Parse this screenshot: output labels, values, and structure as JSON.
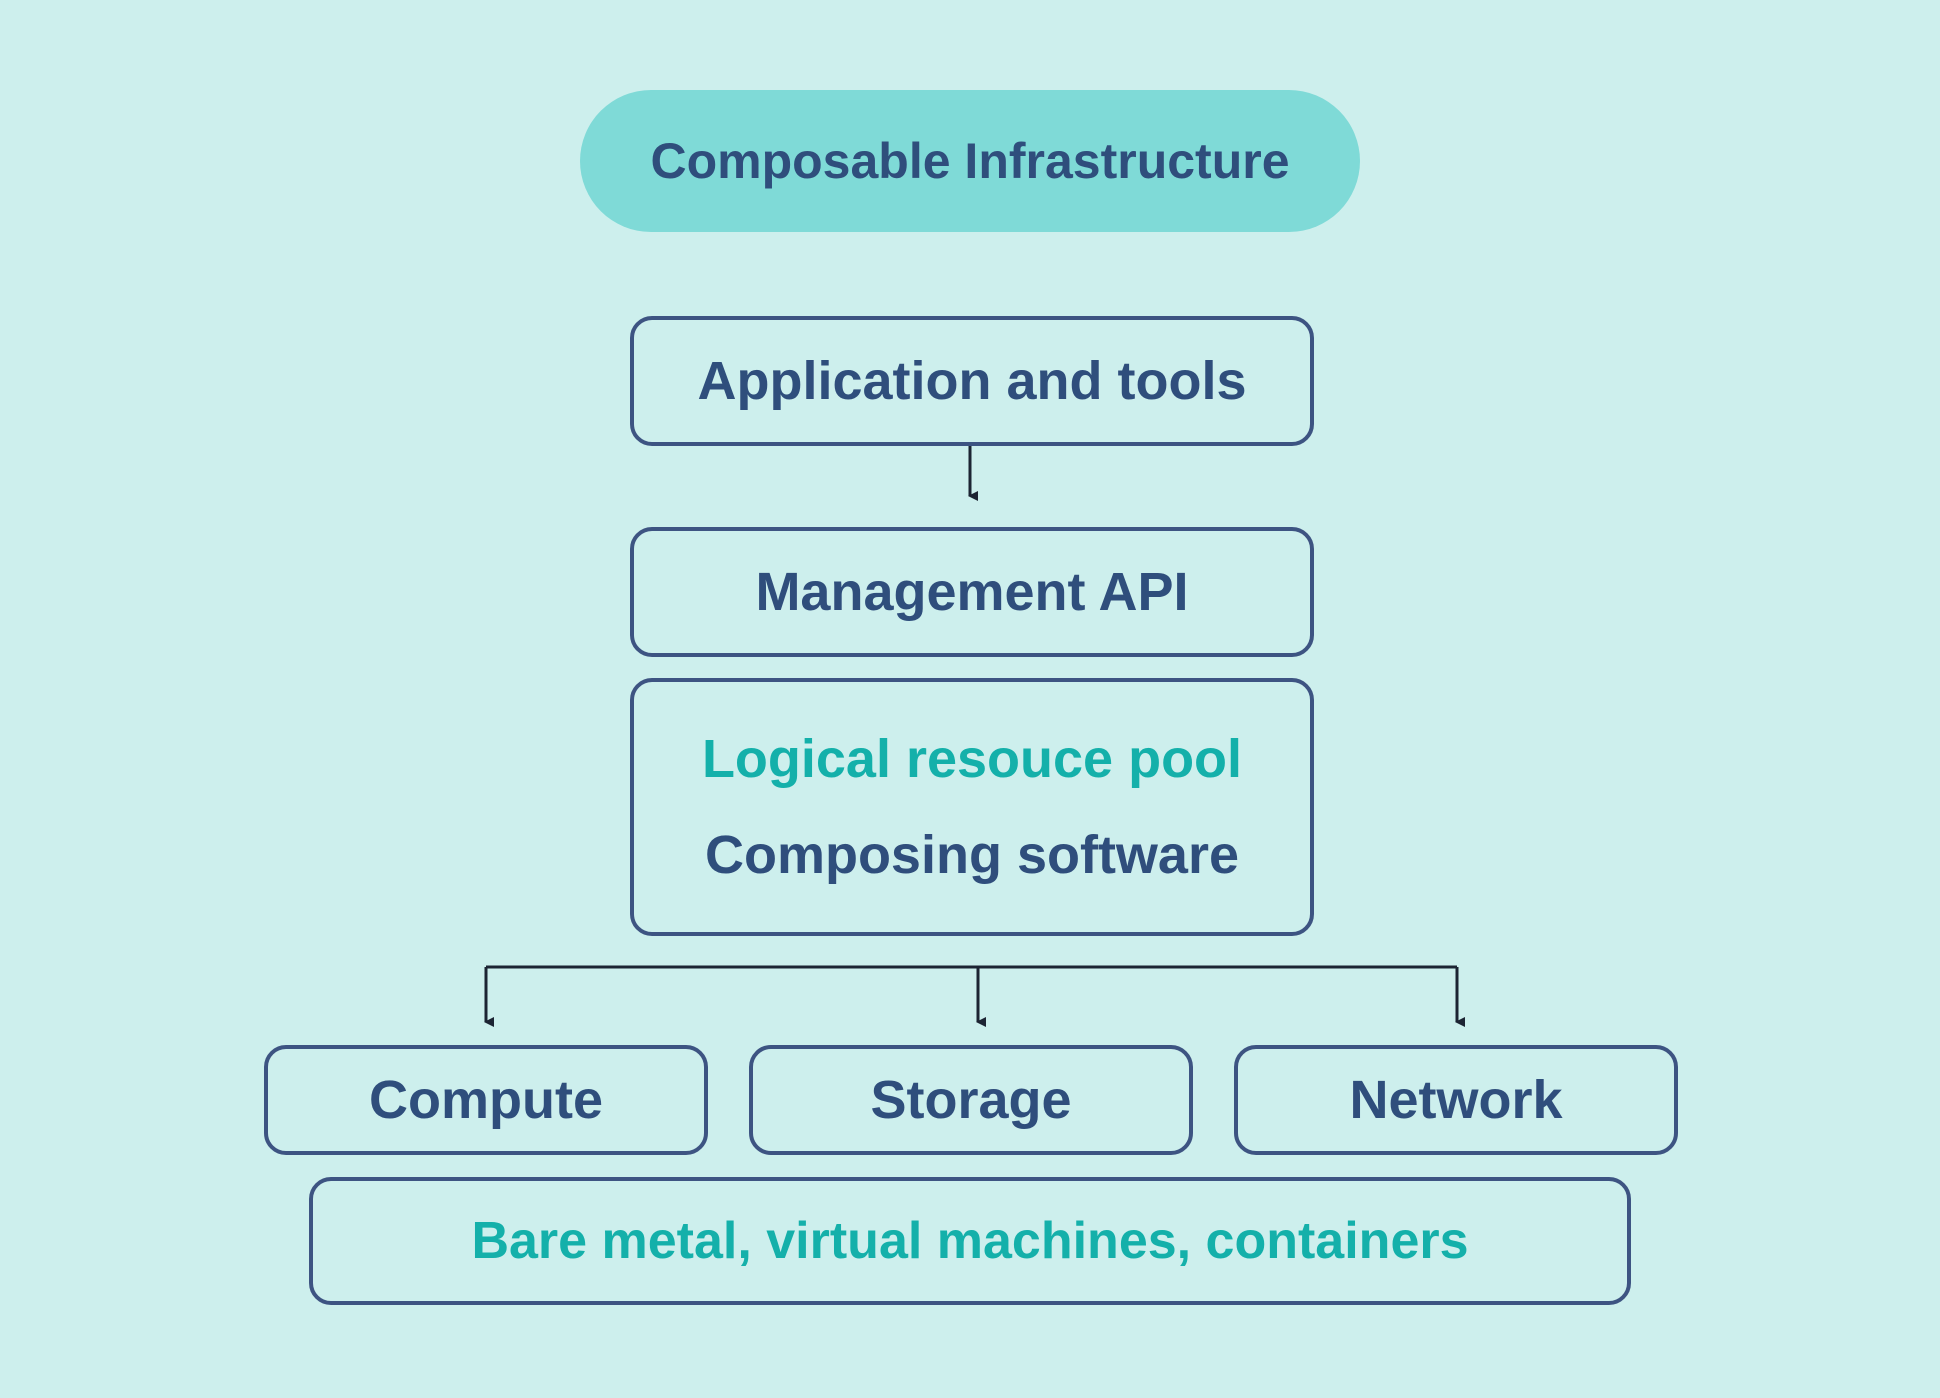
{
  "title": "Composable Infrastructure",
  "layers": {
    "application": "Application and tools",
    "management_api": "Management API",
    "resource_pool": "Logical resouce pool",
    "composing_software": "Composing software"
  },
  "resources": {
    "compute": "Compute",
    "storage": "Storage",
    "network": "Network"
  },
  "workloads": "Bare metal, virtual machines, containers",
  "colors": {
    "background": "#cdefed",
    "title_pill": "#7fdad7",
    "primary_text": "#2f4e7c",
    "accent_text": "#14b0aa",
    "border": "#3d5482",
    "connector": "#1c2433"
  }
}
